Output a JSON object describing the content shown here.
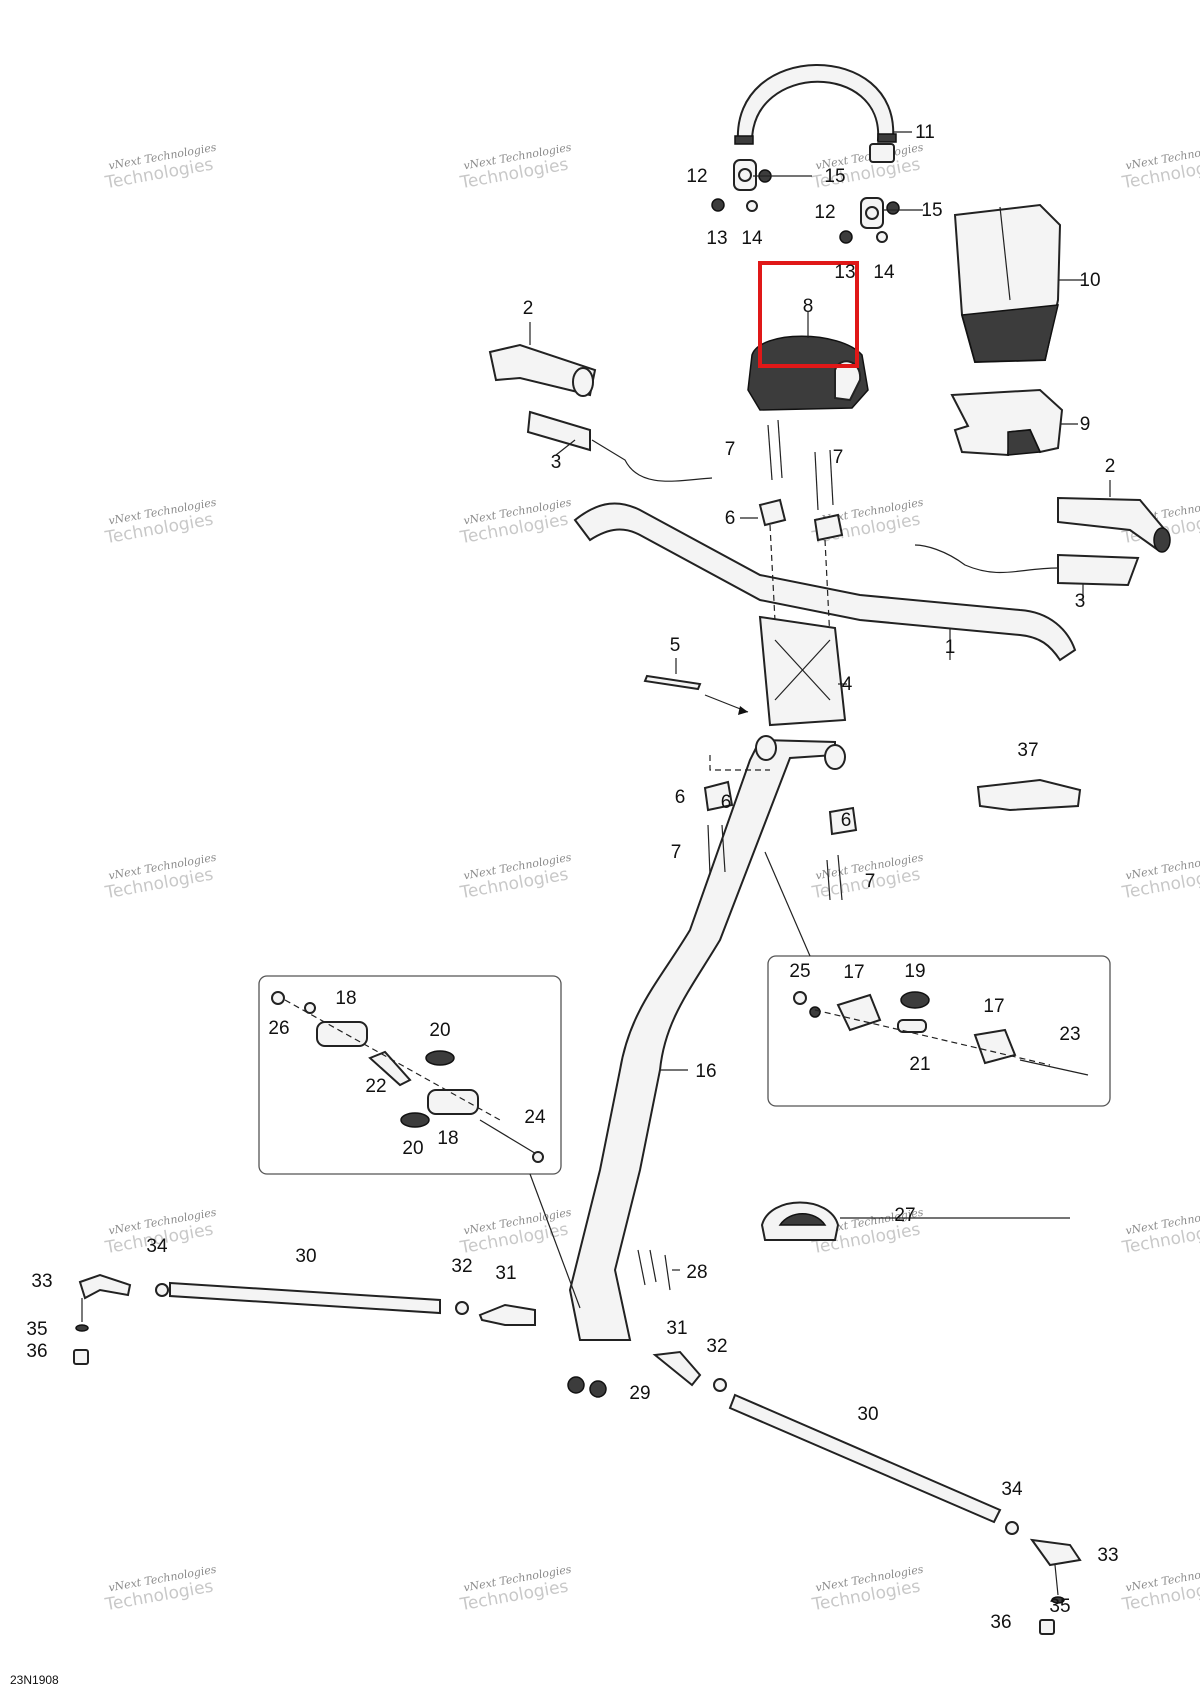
{
  "drawing_code": "23N1908",
  "watermark": {
    "line1": "vNext Technologies",
    "line2": "Technologies"
  },
  "callouts": [
    "1",
    "2",
    "2",
    "3",
    "3",
    "4",
    "5",
    "6",
    "6",
    "6",
    "6",
    "7",
    "7",
    "7",
    "7",
    "8",
    "9",
    "10",
    "11",
    "12",
    "12",
    "13",
    "13",
    "14",
    "14",
    "15",
    "15",
    "16",
    "17",
    "17",
    "18",
    "18",
    "19",
    "20",
    "20",
    "21",
    "22",
    "23",
    "24",
    "25",
    "26",
    "27",
    "28",
    "29",
    "30",
    "30",
    "31",
    "31",
    "32",
    "32",
    "33",
    "33",
    "34",
    "34",
    "35",
    "35",
    "36",
    "36",
    "37"
  ],
  "highlight": {
    "part": "8",
    "color": "#e01818"
  }
}
